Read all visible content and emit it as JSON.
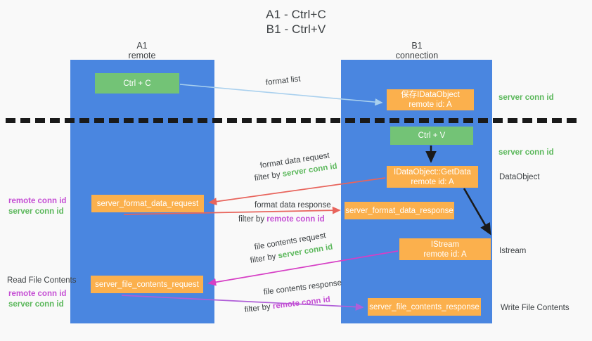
{
  "title": {
    "line1": "A1 - Ctrl+C",
    "line2": "B1 - Ctrl+V"
  },
  "lanes": [
    {
      "id": "a1",
      "name": "A1",
      "role": "remote",
      "color": "#4a86e0"
    },
    {
      "id": "b1",
      "name": "B1",
      "role": "connection",
      "color": "#4a86e0"
    }
  ],
  "nodes": {
    "ctrl_c": {
      "line1": "Ctrl + C",
      "line2": "",
      "color": "#73c376"
    },
    "ctrl_v": {
      "line1": "Ctrl + V",
      "line2": "",
      "color": "#73c376"
    },
    "save_idataobject": {
      "line1": "保存IDataObject",
      "line2": "remote id: A",
      "color": "#fbb04d"
    },
    "getdata": {
      "line1": "IDataObject::GetData",
      "line2": "remote id: A",
      "color": "#fbb04d"
    },
    "istream": {
      "line1": "IStream",
      "line2": "remote id: A",
      "color": "#fbb04d"
    },
    "server_format_data_request": {
      "line1": "server_format_data_request",
      "line2": "",
      "color": "#fbb04d"
    },
    "server_format_data_response": {
      "line1": "server_format_data_response",
      "line2": "",
      "color": "#fbb04d"
    },
    "server_file_contents_request": {
      "line1": "server_file_contents_request",
      "line2": "",
      "color": "#fbb04d"
    },
    "server_file_contents_response": {
      "line1": "server_file_contents_response",
      "line2": "",
      "color": "#fbb04d"
    }
  },
  "edge_labels": {
    "format_list": "format list",
    "format_data_request": "format data request",
    "format_data_response": "format data response",
    "file_contents_request": "file contents request",
    "file_contents_response": "file contents response",
    "filter_by": "filter by ",
    "server_conn_id": "server conn id",
    "remote_conn_id": "remote conn id"
  },
  "side_labels": {
    "right_server_conn_id_top": "server conn id",
    "right_server_conn_id_mid": "server conn id",
    "right_dataobject": "DataObject",
    "right_istream": "Istream",
    "right_write_file_contents": "Write File Contents",
    "left_read_file_contents": "Read File Contents",
    "left_remote_conn_id_1": "remote conn id",
    "left_server_conn_id_1": "server conn id",
    "left_remote_conn_id_2": "remote conn id",
    "left_server_conn_id_2": "server conn id"
  },
  "colors": {
    "lane": "#4a86e0",
    "green_node": "#73c376",
    "orange_node": "#fbb04d",
    "arrow_light_blue": "#a9d0ee",
    "arrow_red": "#e8645c",
    "arrow_magenta": "#d63fc5",
    "arrow_purple": "#b05fd8",
    "arrow_black": "#1a1a1a",
    "text_green": "#5cb85c",
    "text_purple": "#c54fd4",
    "background": "#f9f9f9",
    "divider": "#1a1a1a"
  }
}
